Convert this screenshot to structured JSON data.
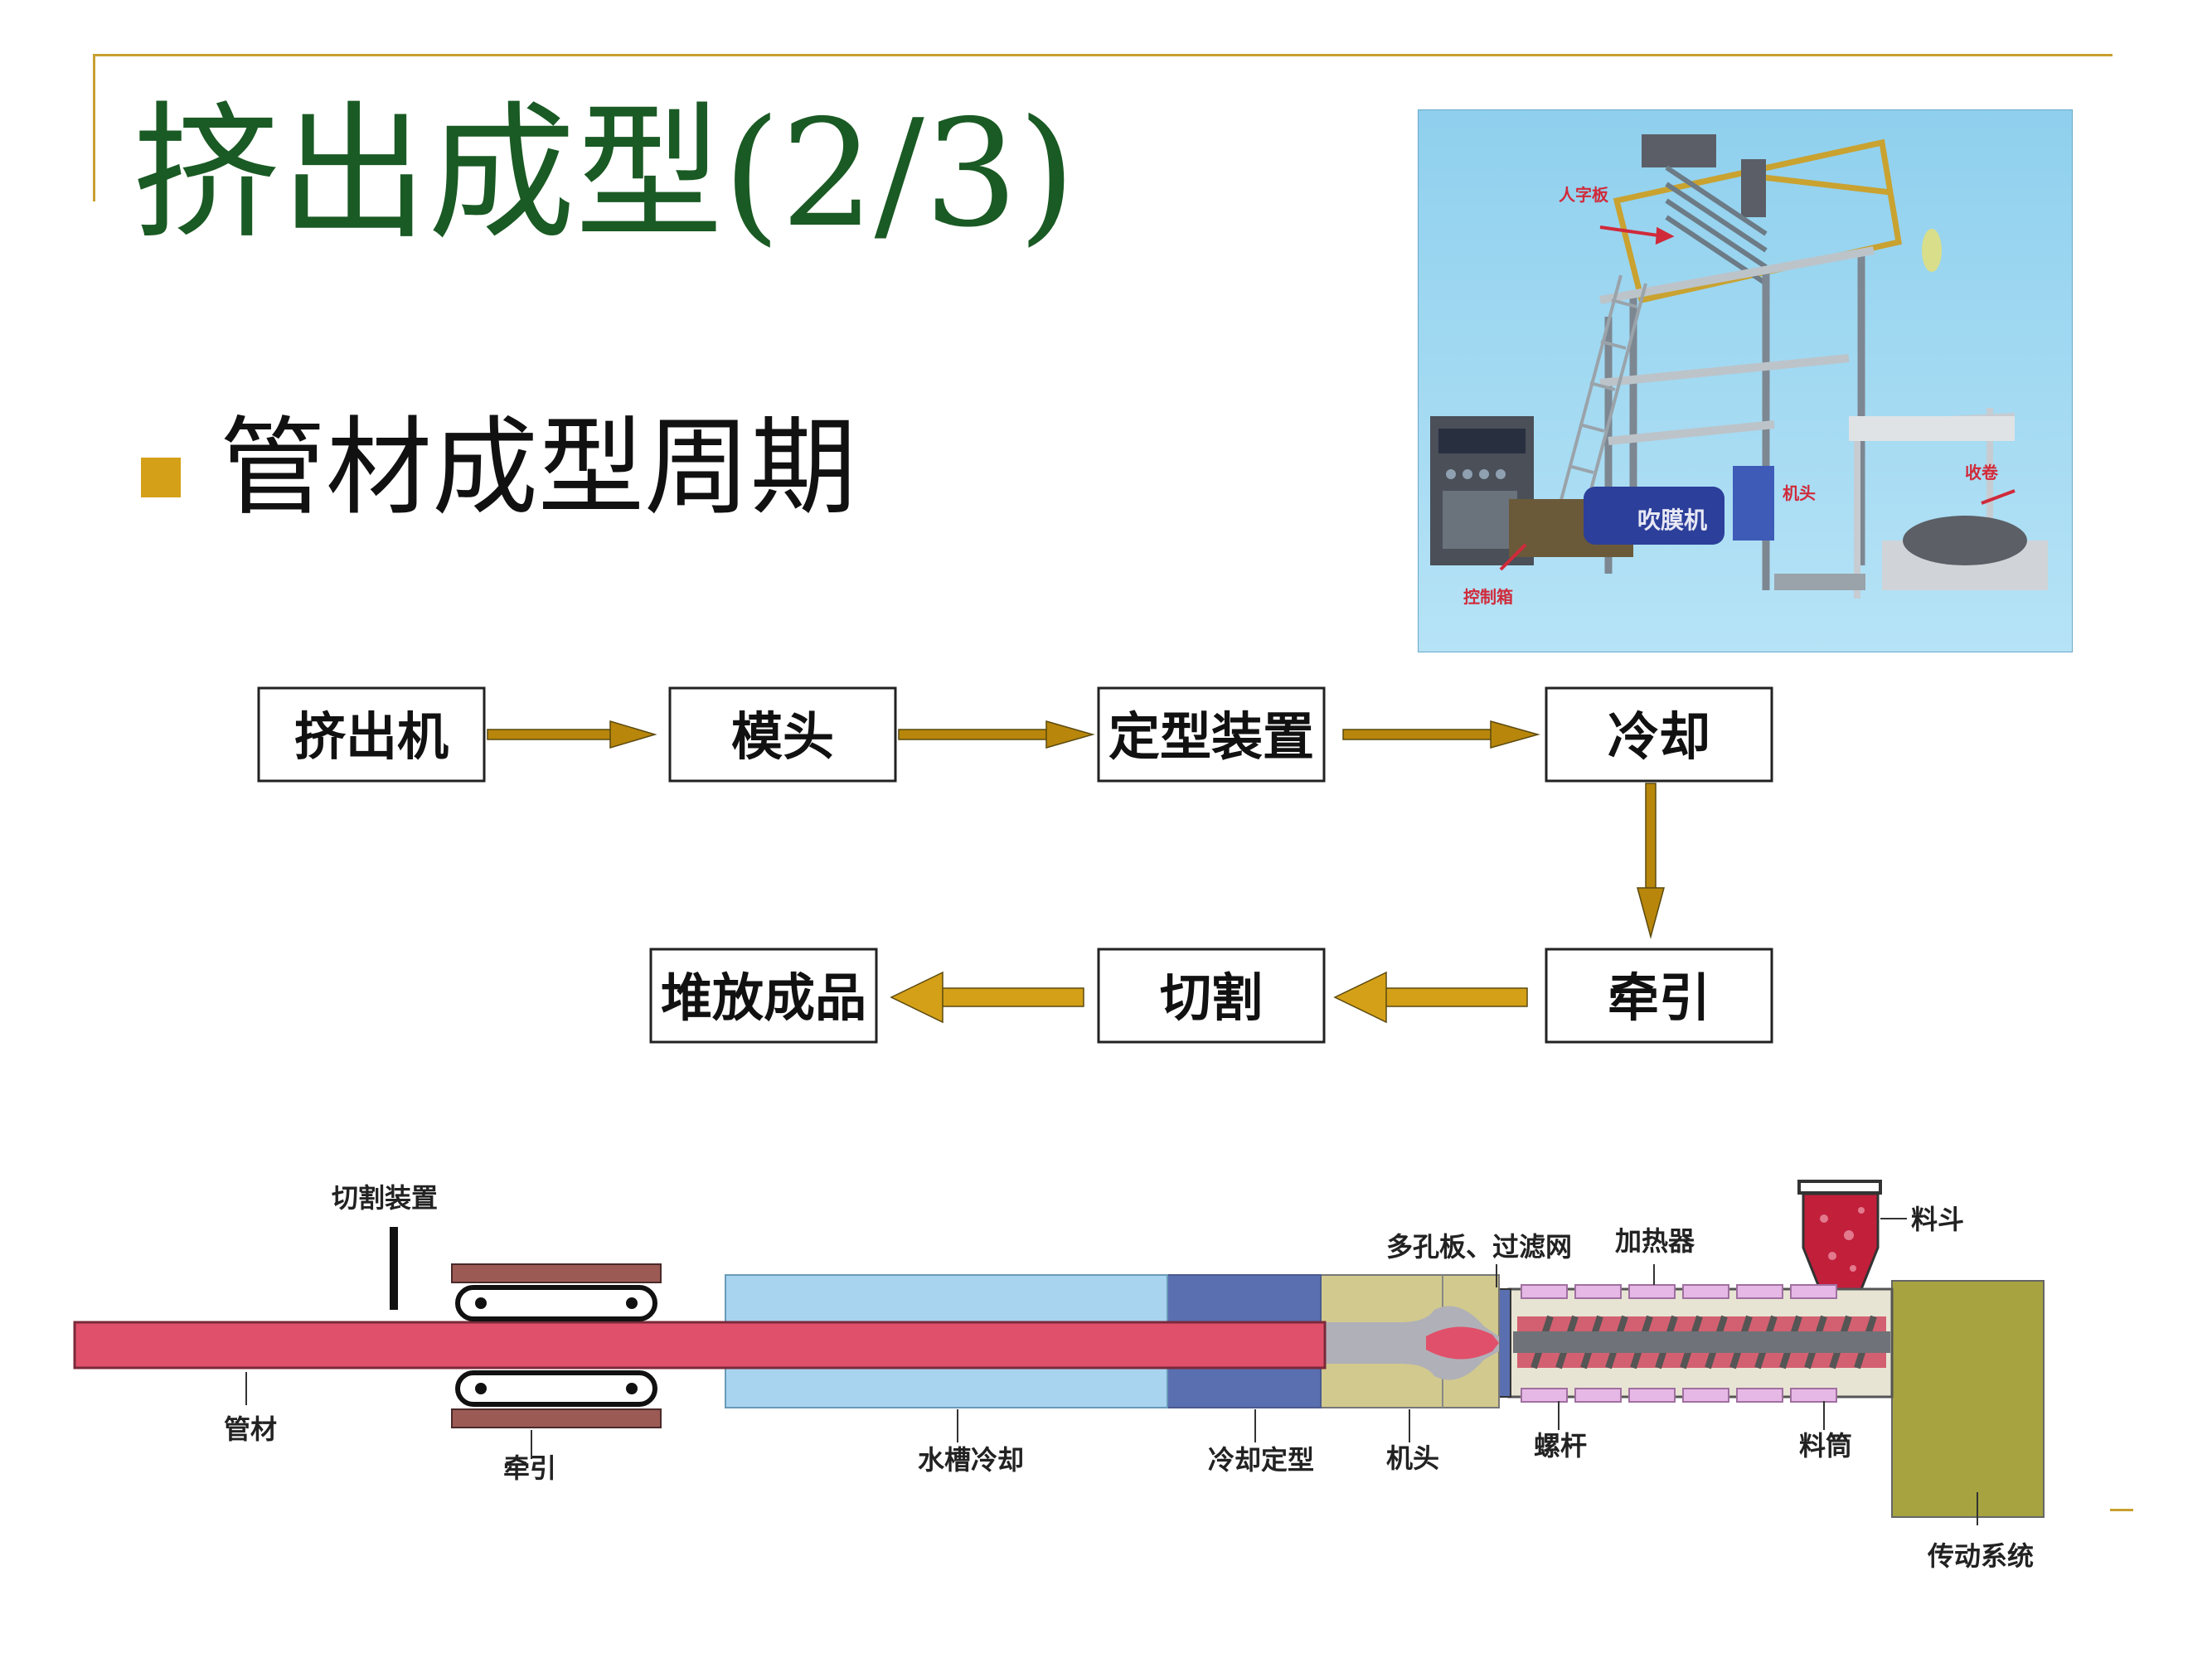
{
  "slide": {
    "title": "挤出成型(2/3)",
    "subtitle": "管材成型周期"
  },
  "colors": {
    "title": "#1a5a24",
    "accent": "#d4a017",
    "arrow": "#b8860b",
    "pipe": "#e0506a",
    "water_tank": "#a8d4f0",
    "sizing_sleeve": "#5a6fb0",
    "die": "#d2c98e",
    "drive": "#a7a340",
    "hopper": "#c21f3b"
  },
  "flowchart": {
    "steps": [
      "挤出机",
      "模头",
      "定型装置",
      "冷却",
      "牵引",
      "切割",
      "堆放成品"
    ]
  },
  "schematic": {
    "labels": {
      "cutter": "切割装置",
      "pipe": "管材",
      "puller": "牵引",
      "water_cooling": "水槽冷却",
      "sizing": "冷却定型",
      "die": "机头",
      "breaker_plate": "多孔板、过滤网",
      "heater": "加热器",
      "screw": "螺杆",
      "barrel": "料筒",
      "hopper": "料斗",
      "drive": "传动系统"
    }
  },
  "photo": {
    "name": "blown-film-extrusion-machine",
    "labels": [
      "人字板",
      "控制箱",
      "机头",
      "收卷",
      "吹膜机"
    ]
  }
}
